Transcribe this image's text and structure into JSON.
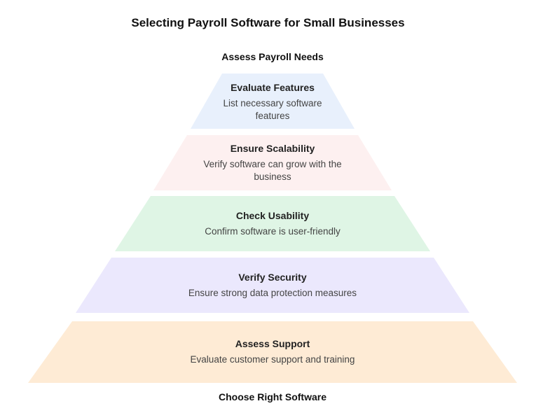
{
  "title": "Selecting Payroll Software for Small Businesses",
  "top_label": "Assess Payroll Needs",
  "bottom_label": "Choose Right Software",
  "layers": [
    {
      "title": "Evaluate Features",
      "desc": "List necessary software features",
      "color": "#e8f0fc"
    },
    {
      "title": "Ensure Scalability",
      "desc": "Verify software can grow with the business",
      "color": "#fdf0f0"
    },
    {
      "title": "Check Usability",
      "desc": "Confirm software is user-friendly",
      "color": "#dff5e5"
    },
    {
      "title": "Verify Security",
      "desc": "Ensure strong data protection measures",
      "color": "#ebe8fd"
    },
    {
      "title": "Assess Support",
      "desc": "Evaluate customer support and training",
      "color": "#feebd5"
    }
  ]
}
